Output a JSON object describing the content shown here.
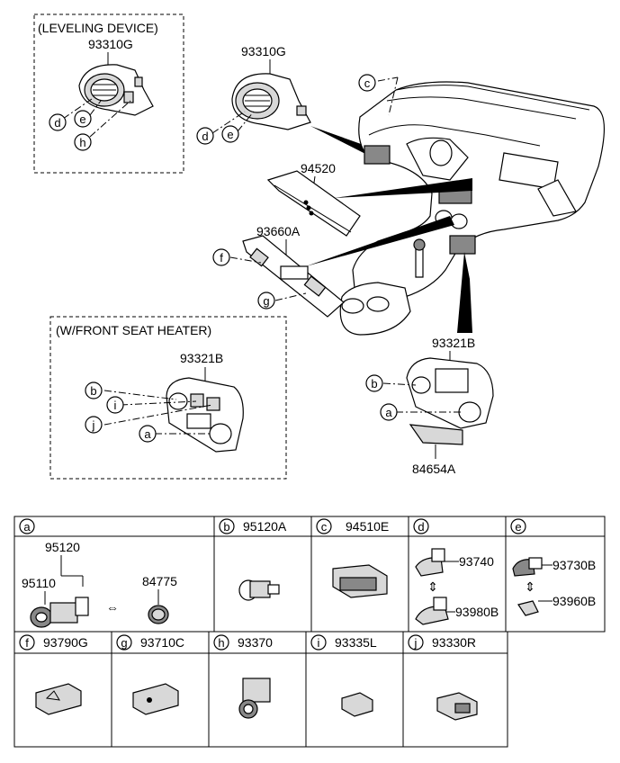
{
  "diagram": {
    "leveling_device_label": "(LEVELING DEVICE)",
    "front_seat_heater_label": "(W/FRONT SEAT HEATER)",
    "part_labels": {
      "p93310G_a": "93310G",
      "p93310G_b": "93310G",
      "p94520": "94520",
      "p93660A": "93660A",
      "p93321B_a": "93321B",
      "p93321B_b": "93321B",
      "p84654A": "84654A"
    },
    "callouts": [
      "a",
      "b",
      "c",
      "d",
      "e",
      "f",
      "g",
      "h",
      "i",
      "j"
    ]
  },
  "table": {
    "row1": [
      {
        "letter": "a",
        "code": ""
      },
      {
        "letter": "b",
        "code": "95120A"
      },
      {
        "letter": "c",
        "code": "94510E"
      },
      {
        "letter": "d",
        "code": ""
      },
      {
        "letter": "e",
        "code": ""
      }
    ],
    "row2": [
      {
        "letter": "f",
        "code": "93790G"
      },
      {
        "letter": "g",
        "code": "93710C"
      },
      {
        "letter": "h",
        "code": "93370"
      },
      {
        "letter": "i",
        "code": "93335L"
      },
      {
        "letter": "j",
        "code": "93330R"
      }
    ],
    "cell_a": {
      "p1": "95120",
      "p2": "95110",
      "p3": "84775"
    },
    "cell_d": {
      "p1": "93740",
      "p2": "93980B"
    },
    "cell_e": {
      "p1": "93730B",
      "p2": "93960B"
    }
  }
}
